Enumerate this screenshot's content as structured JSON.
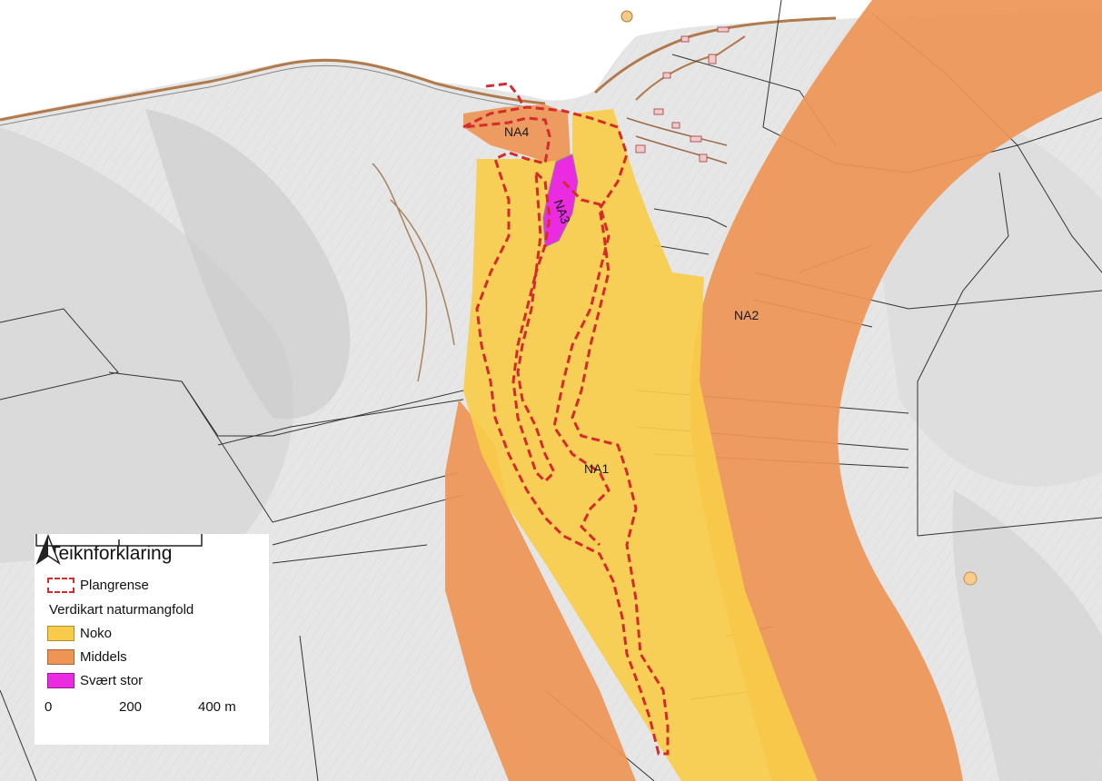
{
  "legend": {
    "title": "Teiknforklaring",
    "plan_boundary_label": "Plangrense",
    "value_map_heading": "Verdikart naturmangfold",
    "classes": [
      {
        "label": "Noko",
        "color": "#f8cc4a"
      },
      {
        "label": "Middels",
        "color": "#ee9555"
      },
      {
        "label": "Svært stor",
        "color": "#ea2be2"
      }
    ],
    "north_arrow_icon": "north-arrow-icon",
    "scale": {
      "labels": [
        "0",
        "200",
        "400 m"
      ]
    }
  },
  "zones": [
    {
      "id": "NA1",
      "class": "Noko"
    },
    {
      "id": "NA2",
      "class": "Middels"
    },
    {
      "id": "NA3",
      "class": "Svært stor"
    },
    {
      "id": "NA4",
      "class": "Middels"
    }
  ],
  "colors": {
    "plan_boundary": "#d42b2b",
    "noko": "#f8cc4a",
    "middels": "#ee9555",
    "svaert_stor": "#ea2be2",
    "sea": "#ffffff",
    "terrain": "#e6e6e6",
    "property_lines": "#333333"
  }
}
